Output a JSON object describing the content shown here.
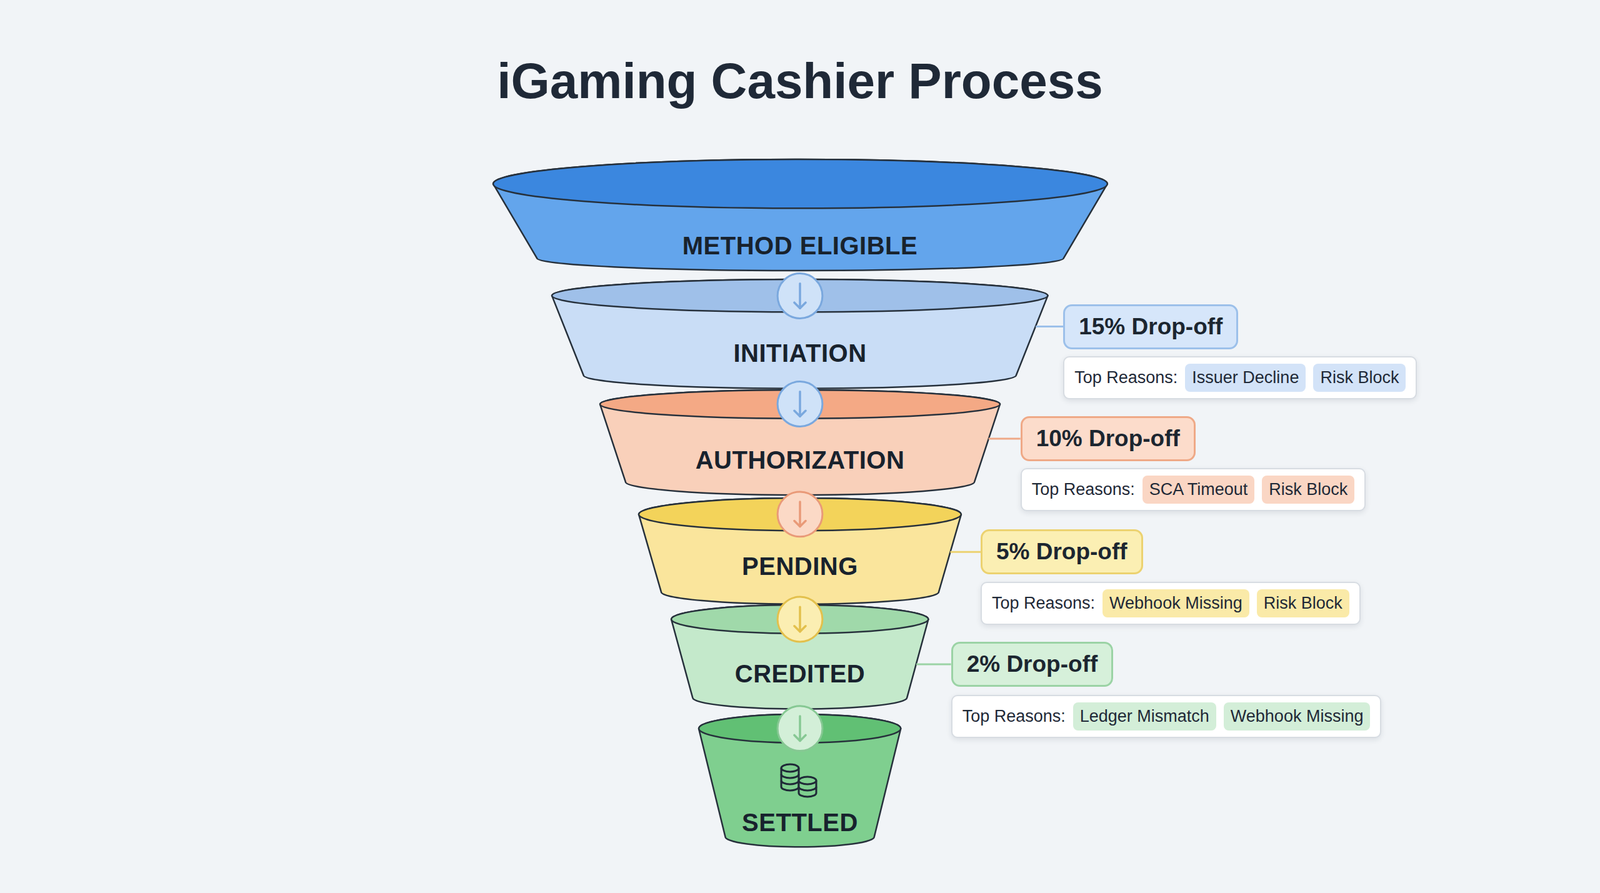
{
  "diagram": {
    "title": "iGaming Cashier Process",
    "nodes": [
      {
        "text": [
          "METHOD ELIGIBLE"
        ]
      },
      {
        "text": [
          "INITIATION"
        ]
      },
      {
        "text": [
          "AUTHORIZATION"
        ]
      },
      {
        "text": [
          "PENDING"
        ]
      },
      {
        "text": [
          "CREDITED"
        ]
      },
      {
        "text": [
          "SETTLED"
        ]
      },
      {
        "text": [
          "15% Drop-off"
        ]
      },
      {
        "text": [
          "Top Reasons:"
        ]
      },
      {
        "text": [
          "Issuer Decline"
        ],
        "in": 7
      },
      {
        "text": [
          "Risk Block"
        ],
        "in": 7
      },
      {
        "text": [
          "10% Drop-off"
        ]
      },
      {
        "text": [
          "Top Reasons:"
        ]
      },
      {
        "text": [
          "SCA Timeout"
        ],
        "in": 11
      },
      {
        "text": [
          "Risk Block"
        ],
        "in": 11
      },
      {
        "text": [
          "5% Drop-off"
        ]
      },
      {
        "text": [
          "Top Reasons:"
        ]
      },
      {
        "text": [
          "Webhook Missing"
        ],
        "in": 15
      },
      {
        "text": [
          "Risk Block"
        ],
        "in": 15
      },
      {
        "text": [
          "2% Drop-off"
        ]
      },
      {
        "text": [
          "Top Reasons:"
        ]
      },
      {
        "text": [
          "Ledger Mismatch"
        ],
        "in": 19
      },
      {
        "text": [
          "Webhook Missing"
        ],
        "in": 19
      }
    ],
    "edges": [
      {
        "from": 0,
        "to": 1,
        "arrow": "to"
      },
      {
        "from": 1,
        "to": 2,
        "arrow": "to"
      },
      {
        "from": 2,
        "to": 3,
        "arrow": "to"
      },
      {
        "from": 3,
        "to": 4,
        "arrow": "to"
      },
      {
        "from": 4,
        "to": 5,
        "arrow": "to"
      },
      {
        "from": 1,
        "to": 6,
        "arrow": "none"
      },
      {
        "from": 2,
        "to": 10,
        "arrow": "none"
      },
      {
        "from": 3,
        "to": 14,
        "arrow": "none"
      },
      {
        "from": 4,
        "to": 18,
        "arrow": "none"
      }
    ]
  }
}
